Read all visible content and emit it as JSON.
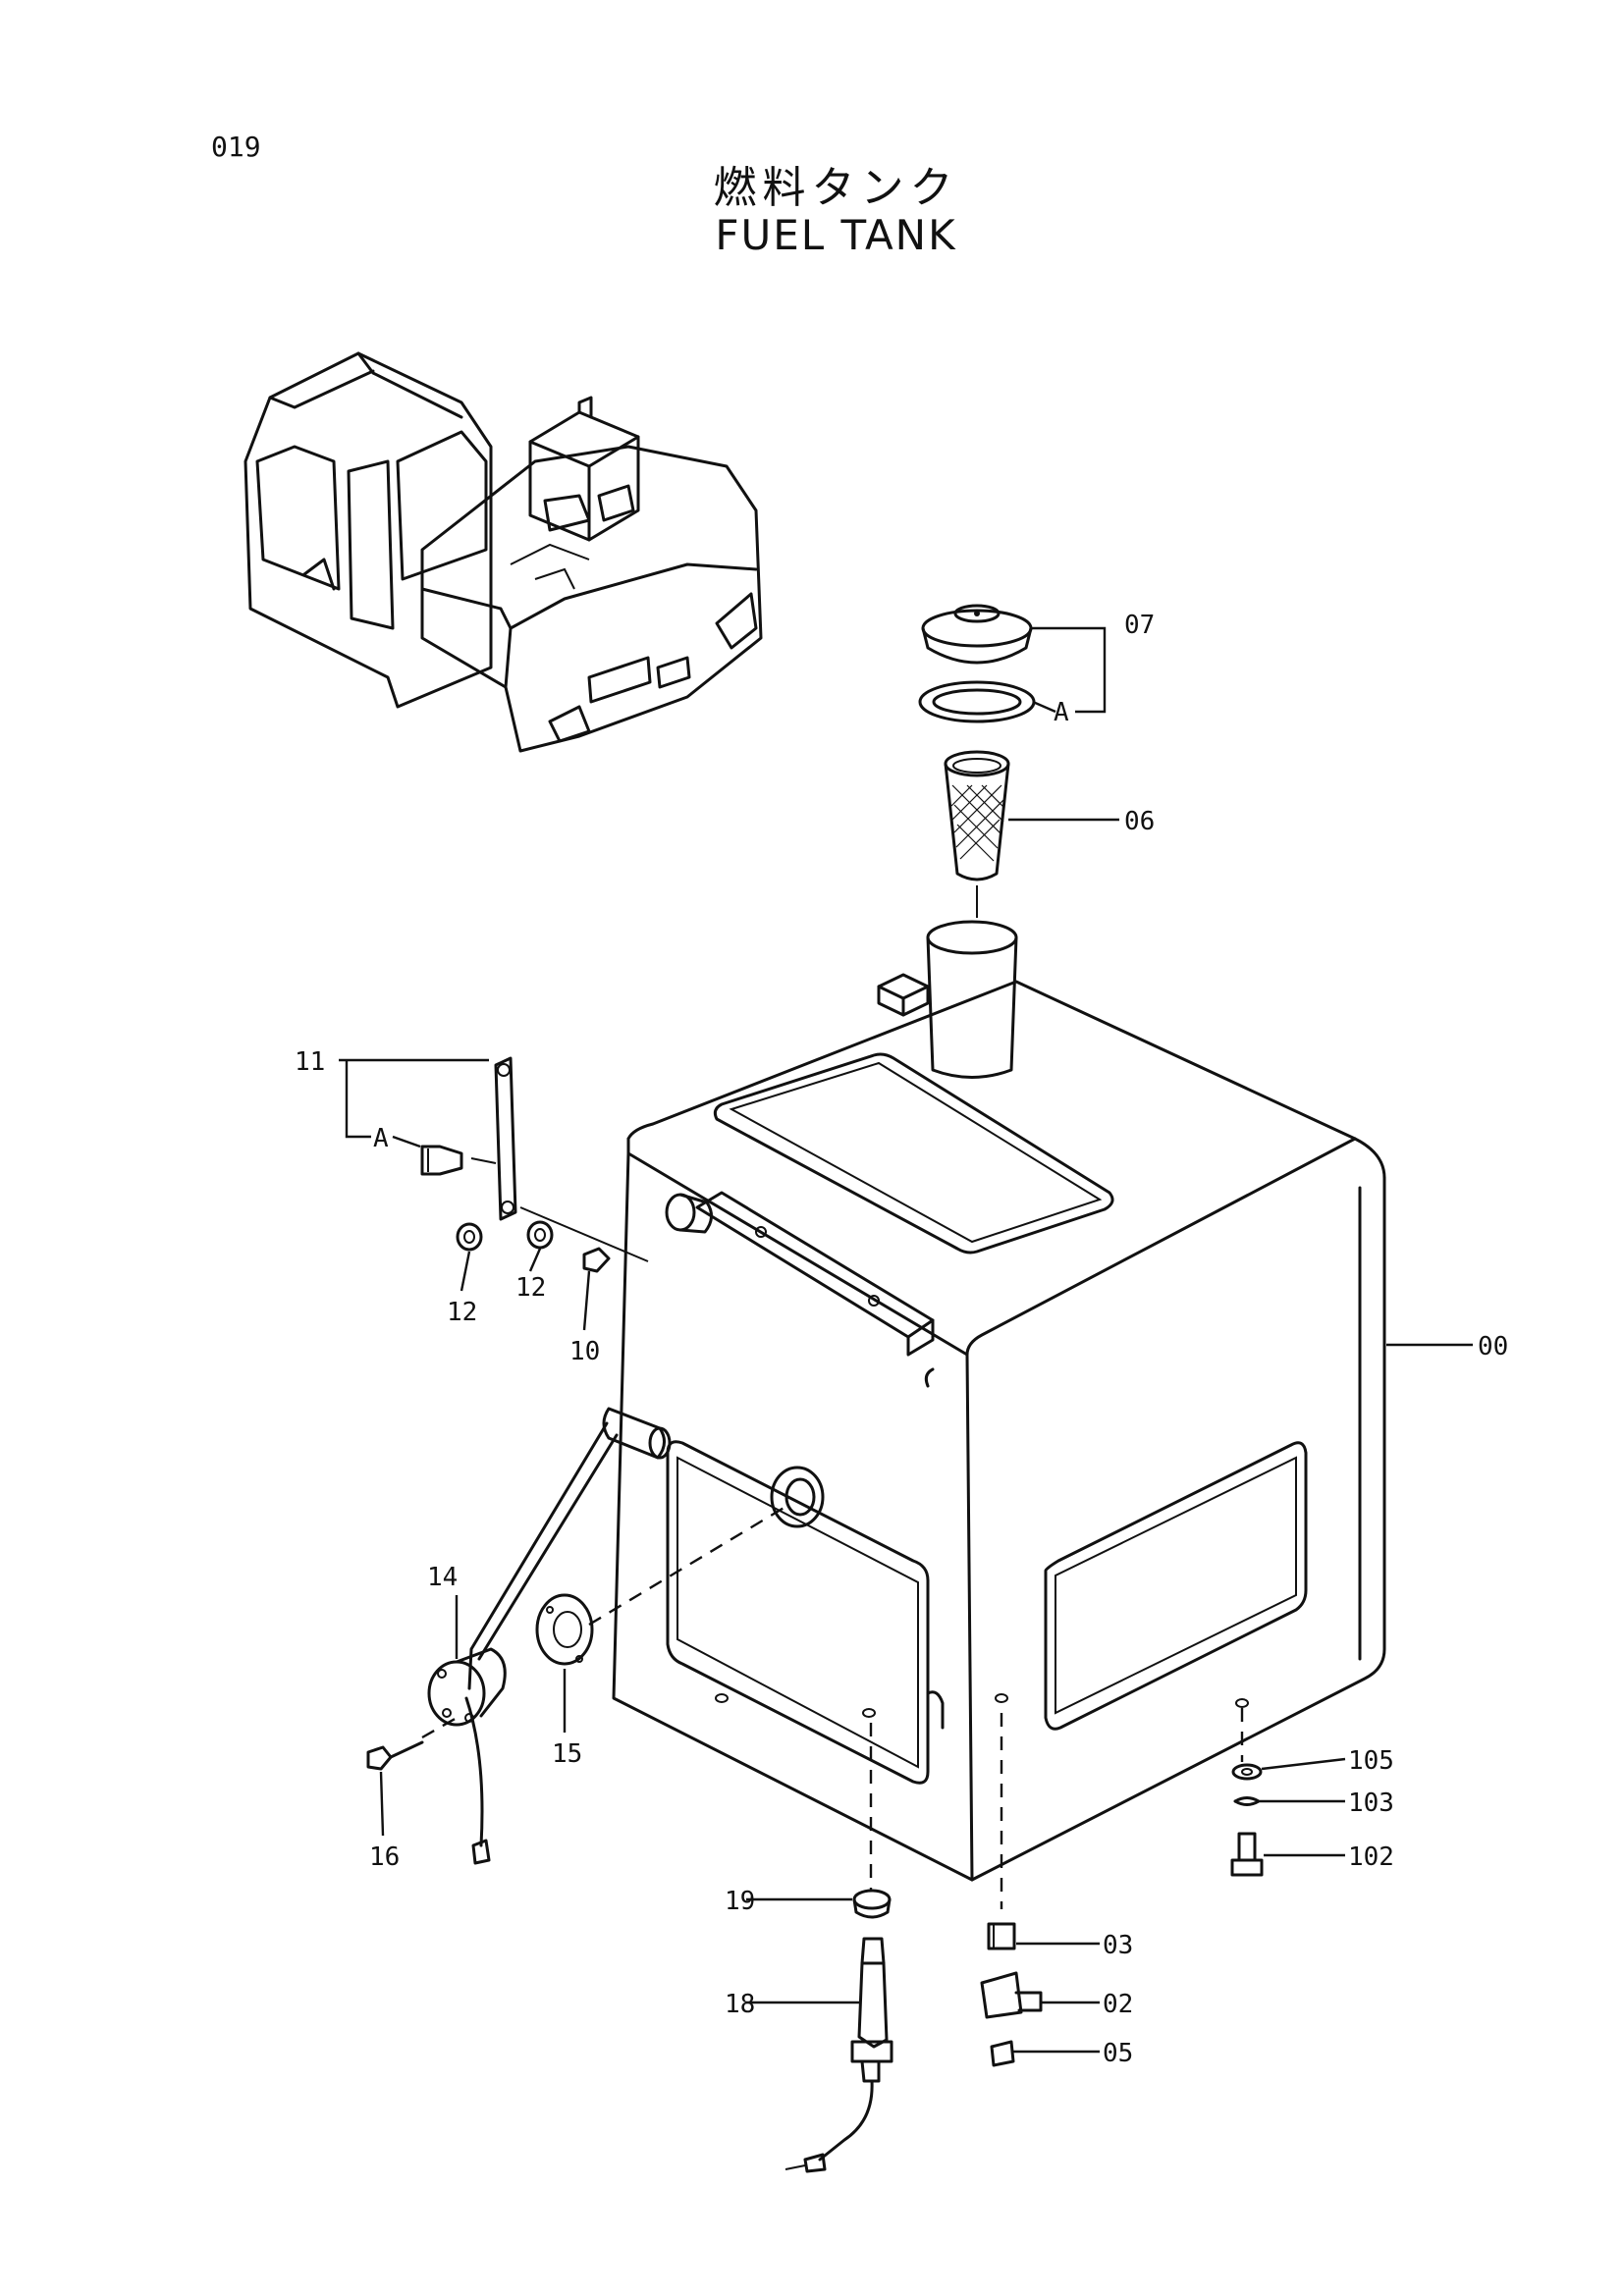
{
  "page_number": "019",
  "title_jp": "燃料タンク",
  "title_en": "FUEL TANK",
  "callouts": {
    "c00": "00",
    "c02": "02",
    "c03": "03",
    "c05": "05",
    "c06": "06",
    "c07": "07",
    "c10": "10",
    "c11": "11",
    "c12a": "12",
    "c12b": "12",
    "c14": "14",
    "c15": "15",
    "c16": "16",
    "c18": "18",
    "c19": "19",
    "c102": "102",
    "c103": "103",
    "c105": "105",
    "ref_a_top": "A",
    "ref_a_left": "A"
  }
}
